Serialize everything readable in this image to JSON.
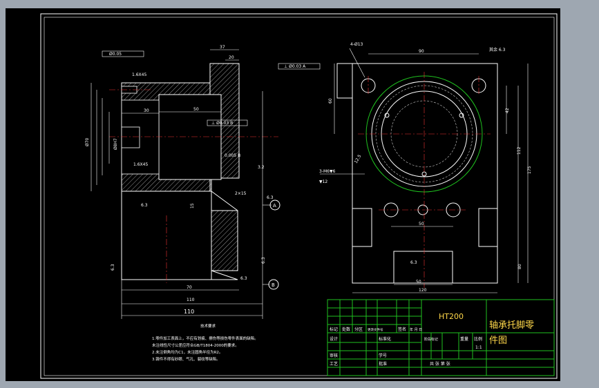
{
  "dims": {
    "d37": "37",
    "d20": "20",
    "d30": "30",
    "d50": "50",
    "d70": "70",
    "d110s": "110",
    "d110": "110",
    "d15": "15",
    "d90": "90",
    "d60": "60",
    "d42": "42",
    "d112": "112",
    "d175": "175",
    "d50b": "50",
    "d50c": "50",
    "d120": "120",
    "d80": "80",
    "d2x15": "2×15",
    "d4phi": "4-Ø13",
    "d3m": "3-M6▼6",
    "d3m2": "▼12",
    "phi70": "Ø70",
    "phi13": "Ø8H7",
    "m48": "1.6X45",
    "m48b": "1.6X45",
    "tol1": "Ø0.05",
    "tol2": "⊥ Ø0.03 A",
    "tol3": "⊥ Ø0.03 B",
    "tol4": "0.005 B",
    "ra63a": "6.3",
    "ra63b": "6.3",
    "ra63c": "6.3",
    "ra63d": "6.3",
    "ra63e": "6.3",
    "ra32": "3.2",
    "ra125": "12.5",
    "rest": "其余 6.3"
  },
  "datum": {
    "a": "A",
    "b": "B"
  },
  "notes": {
    "title": "技术要求",
    "n1": "1.零件加工表面上，不应有划痕、擦伤等损伤零件表面的缺陷。",
    "n1b": "  未注线性尺寸公差应符合GB/T1804-2000的要求。",
    "n2": "2.未注倒角均为C1，未注圆角半径为R2。",
    "n3": "3.铸件不得有砂眼、气孔、裂纹等缺陷。"
  },
  "title_block": {
    "material": "HT200",
    "part_name_1": "轴承托脚零",
    "part_name_2": "件图",
    "c_mark": "标记",
    "c_count": "处数",
    "c_zone": "分区",
    "c_doc": "更改文件号",
    "c_sign": "签名",
    "c_date": "年 月 日",
    "design": "设计",
    "standard": "标准化",
    "check": "审核",
    "process": "工艺",
    "approve": "批准",
    "stage": "阶段标记",
    "weight": "重量",
    "scale": "比例",
    "scale_val": "1:1",
    "sheets": "共   张  第   张",
    "stdn": "学号"
  }
}
